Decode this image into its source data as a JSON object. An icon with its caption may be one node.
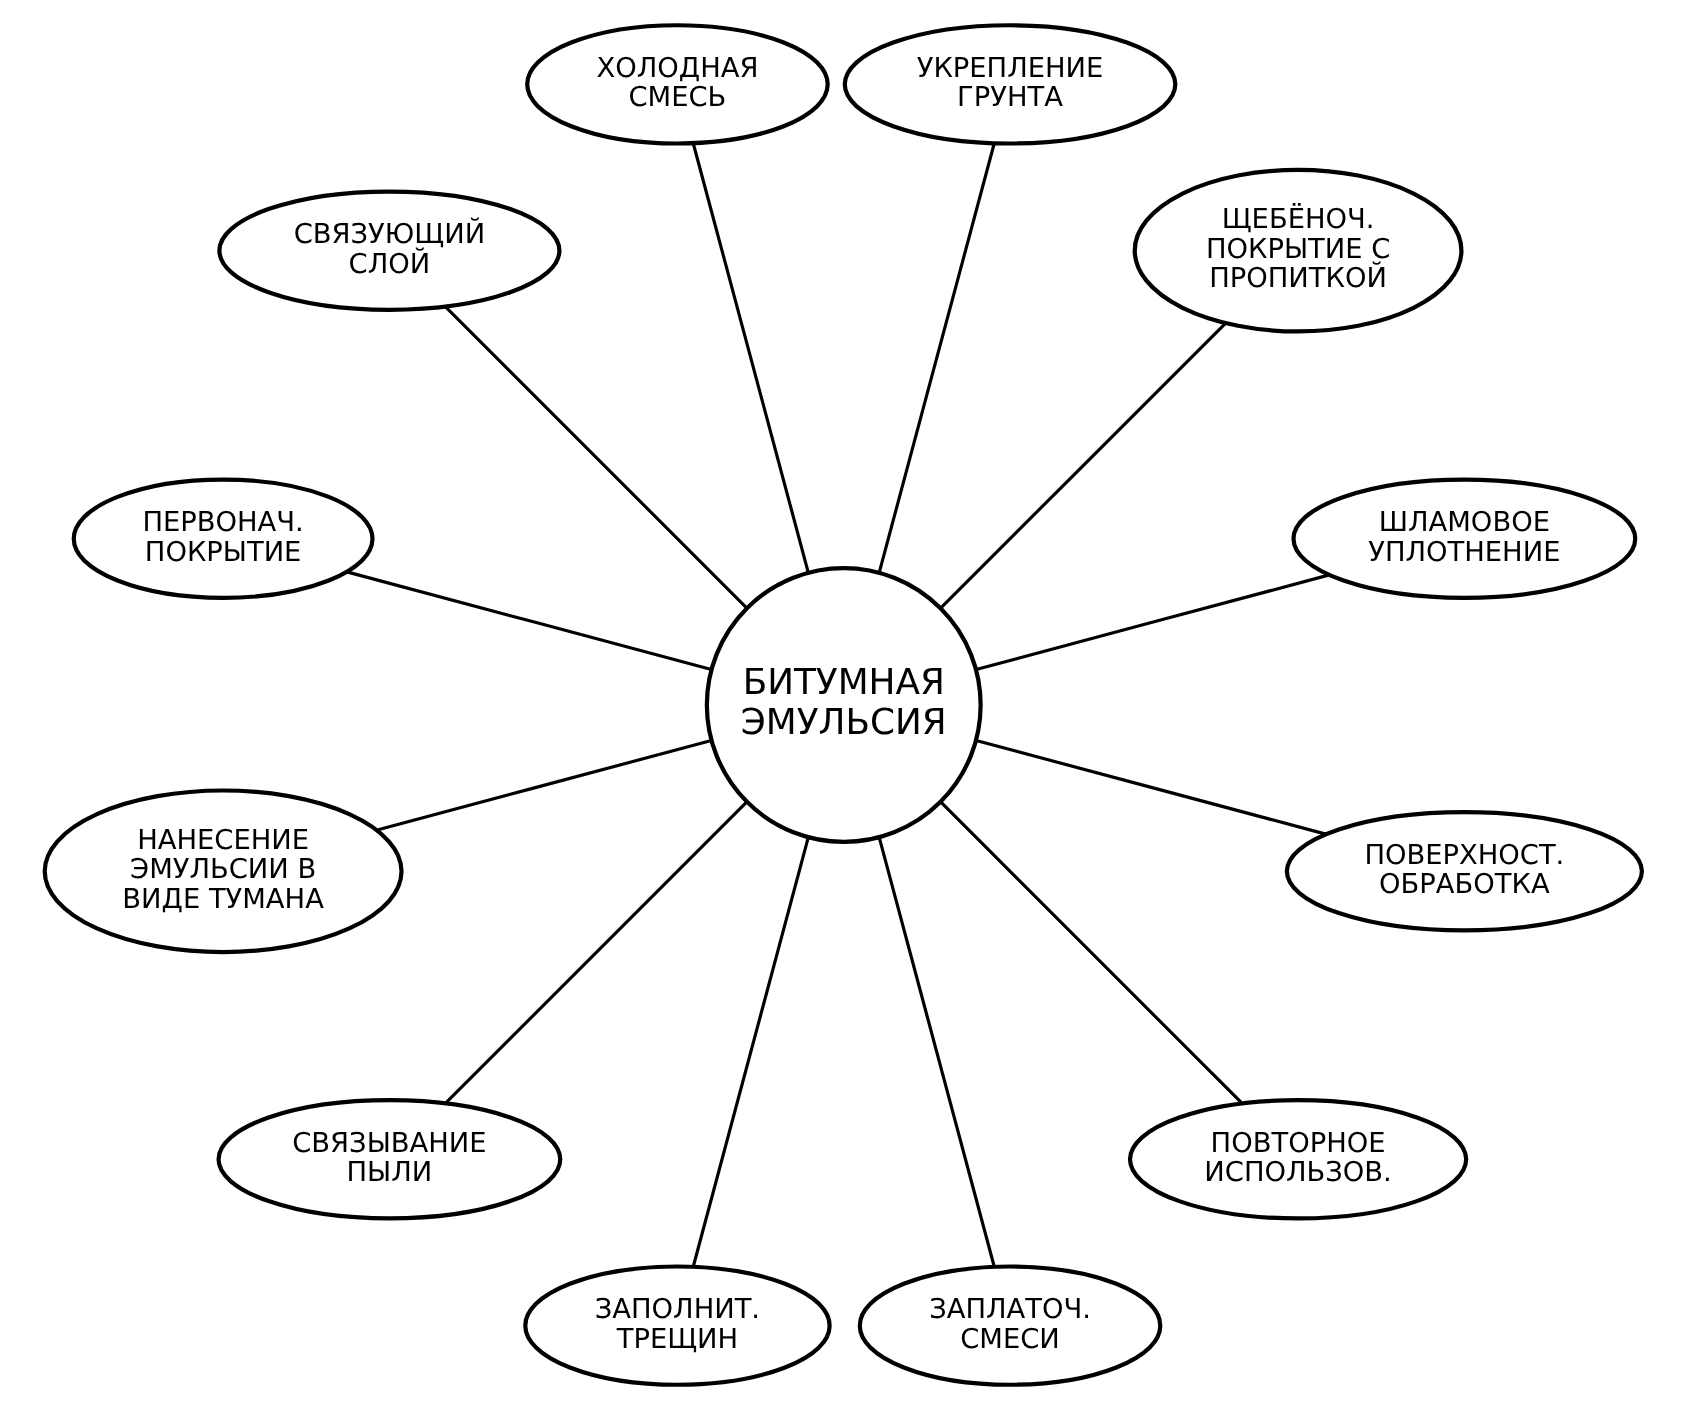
{
  "diagram": {
    "nodes": [
      {
        "text": [
          "БИТУМНАЯ ЭМУЛЬСИЯ"
        ]
      },
      {
        "text": [
          "ШЛАМОВОЕ УПЛОТНЕНИЕ"
        ]
      },
      {
        "text": [
          "ЩЕБЁНОЧ. ПОКРЫТИЕ С ПРОПИТКОЙ"
        ]
      },
      {
        "text": [
          "УКРЕПЛЕНИЕ ГРУНТА"
        ]
      },
      {
        "text": [
          "ХОЛОДНАЯ СМЕСЬ"
        ]
      },
      {
        "text": [
          "СВЯЗУЮЩИЙ СЛОЙ"
        ]
      },
      {
        "text": [
          "ПЕРВОНАЧ. ПОКРЫТИЕ"
        ]
      },
      {
        "text": [
          "НАНЕСЕНИЕ ЭМУЛЬСИИ В ВИДЕ ТУМАНА"
        ]
      },
      {
        "text": [
          "СВЯЗЫВАНИЕ ПЫЛИ"
        ]
      },
      {
        "text": [
          "ЗАПОЛНИТ. ТРЕЩИН"
        ]
      },
      {
        "text": [
          "ЗАПЛАТОЧ. СМЕСИ"
        ]
      },
      {
        "text": [
          "ПОВТОРНОЕ ИСПОЛЬЗОВ."
        ]
      },
      {
        "text": [
          "ПОВЕРХНОСТ. ОБРАБОТКА"
        ]
      }
    ],
    "edges": [
      {
        "from": 0,
        "to": 1,
        "arrow": "none"
      },
      {
        "from": 0,
        "to": 2,
        "arrow": "none"
      },
      {
        "from": 0,
        "to": 3,
        "arrow": "none"
      },
      {
        "from": 0,
        "to": 4,
        "arrow": "none"
      },
      {
        "from": 0,
        "to": 5,
        "arrow": "none"
      },
      {
        "from": 0,
        "to": 6,
        "arrow": "none"
      },
      {
        "from": 0,
        "to": 7,
        "arrow": "none"
      },
      {
        "from": 0,
        "to": 8,
        "arrow": "none"
      },
      {
        "from": 0,
        "to": 9,
        "arrow": "none"
      },
      {
        "from": 0,
        "to": 10,
        "arrow": "none"
      },
      {
        "from": 0,
        "to": 11,
        "arrow": "none"
      },
      {
        "from": 0,
        "to": 12,
        "arrow": "none"
      }
    ]
  }
}
